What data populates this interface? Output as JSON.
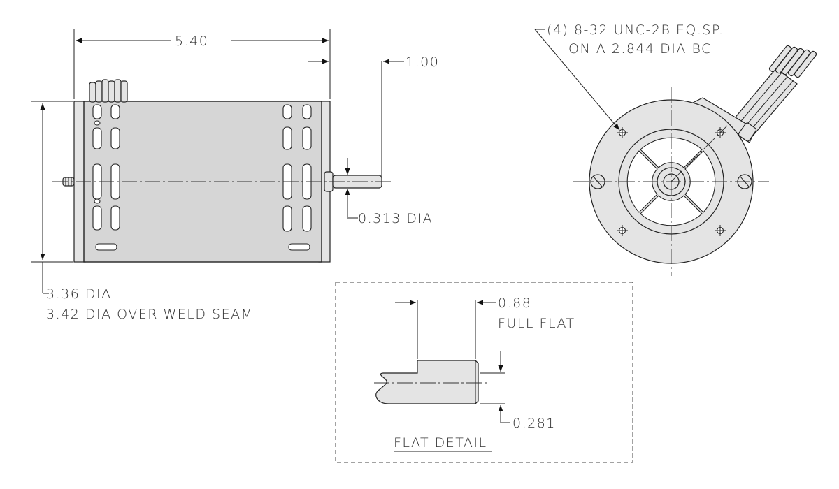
{
  "dimensions": {
    "overall_length": "5.40",
    "shaft_extension": "1.00",
    "shaft_diameter": "0.313 DIA",
    "body_diameter_line1": "3.36 DIA",
    "body_diameter_line2": "3.42 DIA OVER WELD SEAM",
    "mounting_holes_line1": "(4) 8-32 UNC-2B EQ.SP.",
    "mounting_holes_line2": "ON A 2.844 DIA BC",
    "flat_length_line1": "0.88",
    "flat_length_line2": "FULL FLAT",
    "flat_depth": "0.281"
  },
  "detail": {
    "title": "FLAT DETAIL"
  }
}
